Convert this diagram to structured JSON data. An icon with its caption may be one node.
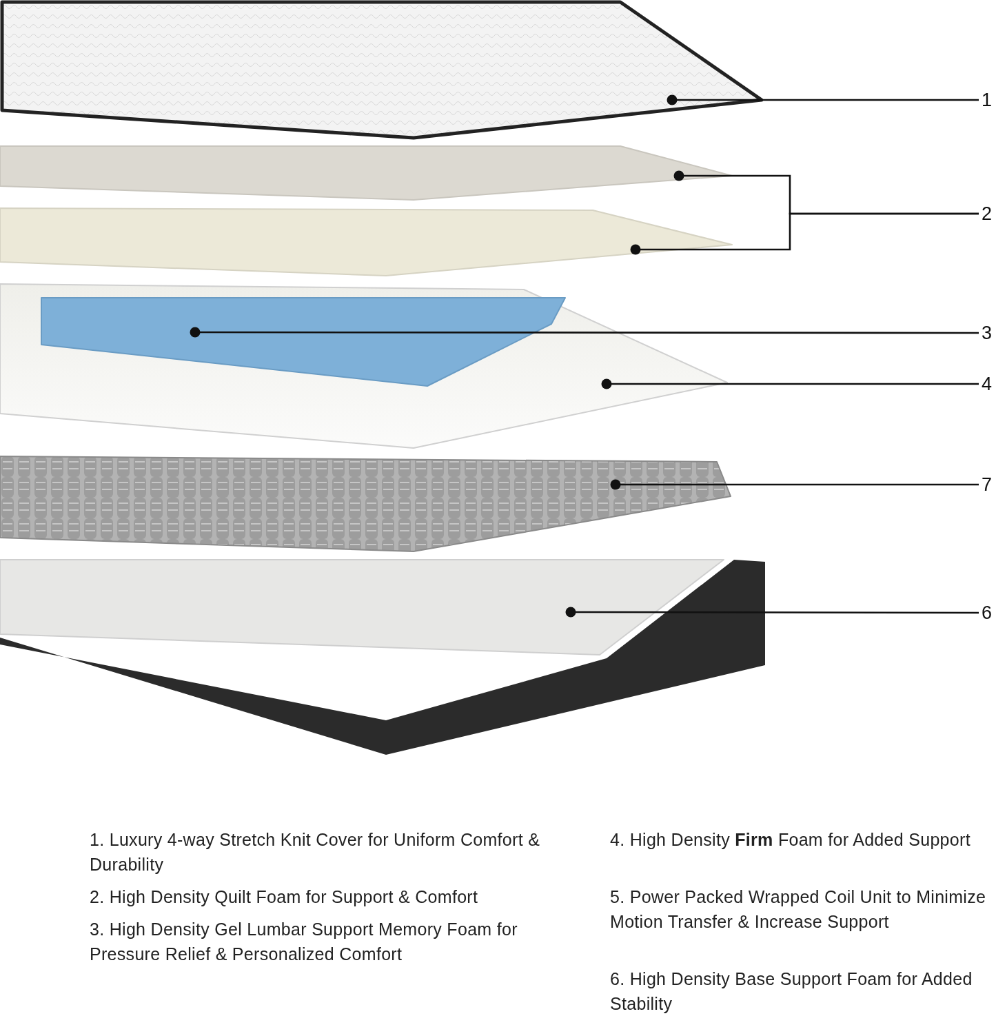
{
  "diagram": {
    "nodes": [
      {
        "text": [
          "1"
        ]
      },
      {
        "text": [],
        "shape": "picture"
      },
      {
        "text": [
          "2"
        ]
      },
      {
        "text": [],
        "shape": "picture"
      },
      {
        "text": [],
        "shape": "picture"
      },
      {
        "text": [
          "3"
        ]
      },
      {
        "text": [],
        "shape": "picture",
        "in": 8
      },
      {
        "text": [
          "4"
        ]
      },
      {
        "text": [],
        "shape": "picture"
      },
      {
        "text": [
          "7"
        ]
      },
      {
        "text": [],
        "shape": "picture"
      },
      {
        "text": [
          "6"
        ]
      },
      {
        "text": [],
        "shape": "picture"
      }
    ],
    "edges": [
      {
        "from": 0,
        "to": 1,
        "arrow": "other"
      },
      {
        "from": 2,
        "to": 3,
        "arrow": "other"
      },
      {
        "from": 2,
        "to": 4,
        "arrow": "other"
      },
      {
        "from": 5,
        "to": 6,
        "arrow": "other"
      },
      {
        "from": 7,
        "to": 8,
        "arrow": "other"
      },
      {
        "from": 9,
        "to": 10,
        "arrow": "other"
      },
      {
        "from": 11,
        "to": 12,
        "arrow": "other"
      }
    ],
    "labels": [
      "1. Luxury 4-way Stretch Knit Cover for Uniform Comfort & Durability",
      "2. High Density Quilt Foam for Support & Comfort",
      "3. High Density Gel Lumbar Support Memory Foam for Pressure Relief & Personalized Comfort",
      "4. High Density **Firm** Foam for Added Support",
      "5. Power Packed Wrapped Coil Unit to Minimize Motion Transfer & Increase Support",
      "6. High Density Base Support Foam for Added Stability"
    ]
  }
}
